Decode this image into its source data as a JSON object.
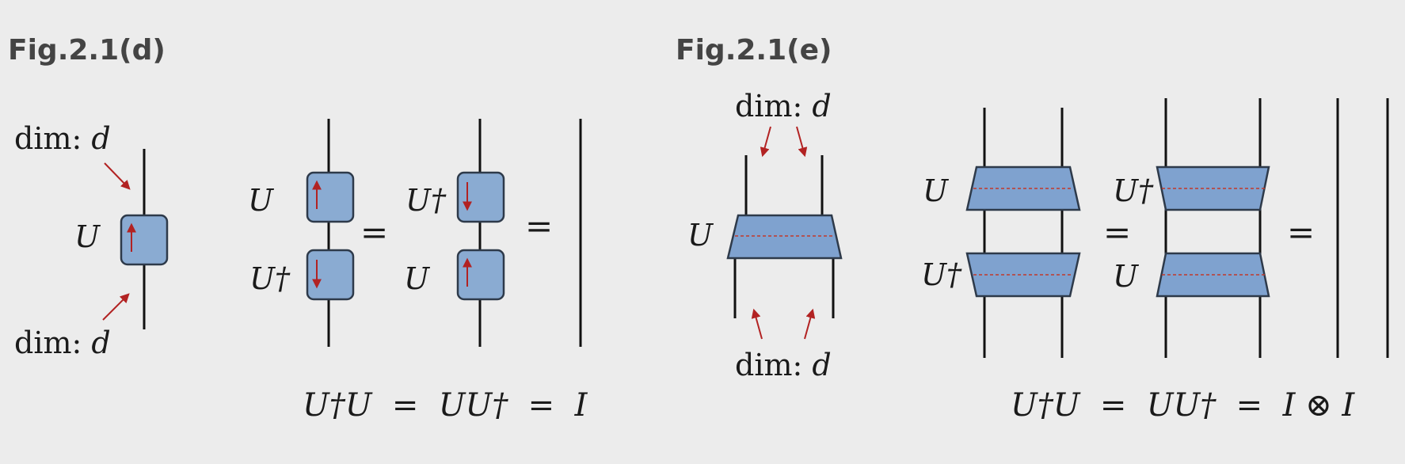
{
  "figures": {
    "d": {
      "title": "Fig.2.1(d)",
      "dim_label": "dim: ",
      "dim_symbol": "d",
      "tensor_label": "U",
      "eq_lhs_top": "U",
      "eq_lhs_bottom": "U†",
      "eq_rhs_top": "U†",
      "eq_rhs_bottom": "U",
      "equals": "=",
      "equation": "U†U  =  UU†  =  I"
    },
    "e": {
      "title": "Fig.2.1(e)",
      "dim_label": "dim: ",
      "dim_symbol": "d",
      "tensor_label": "U",
      "eq_lhs_top": "U",
      "eq_lhs_bottom": "U†",
      "eq_rhs_top": "U†",
      "eq_rhs_bottom": "U",
      "equals": "=",
      "equation": "U†U  =  UU†  =  I ⊗ I"
    }
  },
  "colors": {
    "tensor_fill": "#8aabd2",
    "arrow_red": "#b22222",
    "title_gray": "#444444"
  }
}
